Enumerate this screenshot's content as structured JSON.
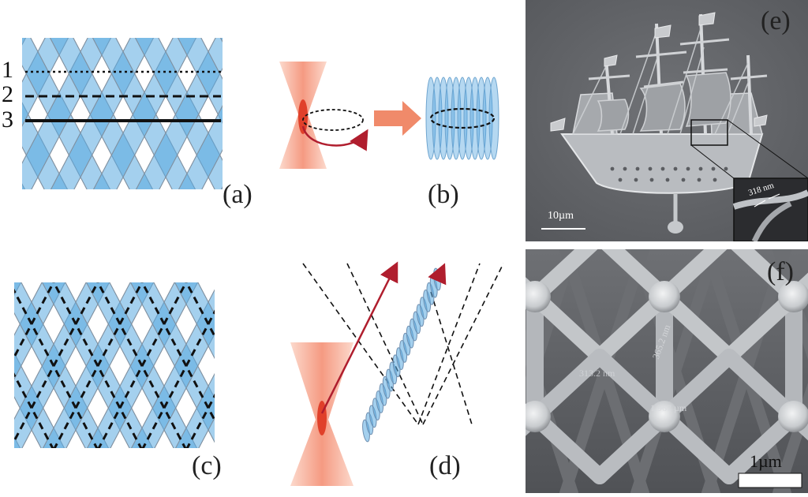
{
  "panels": {
    "a": {
      "label": "(a)",
      "lines": [
        "1",
        "2",
        "3"
      ]
    },
    "b": {
      "label": "(b)"
    },
    "c": {
      "label": "(c)"
    },
    "d": {
      "label": "(d)"
    },
    "e": {
      "label": "(e)",
      "scale": "10µm",
      "inset_measure": "318 nm"
    },
    "f": {
      "label": "(f)",
      "scale": "1µm",
      "measure_1": "365.2 nm",
      "measure_2": "1.967 µm",
      "measure_3": "313.2 nm"
    }
  },
  "colors": {
    "strut_fill": "#5aa9e0",
    "strut_stroke": "#7f8f9f",
    "beam_red": "#e0402a",
    "arrow_red": "#b01e2e",
    "arrow_orange": "#f08a6a",
    "sem_bg": "#5f6165"
  }
}
